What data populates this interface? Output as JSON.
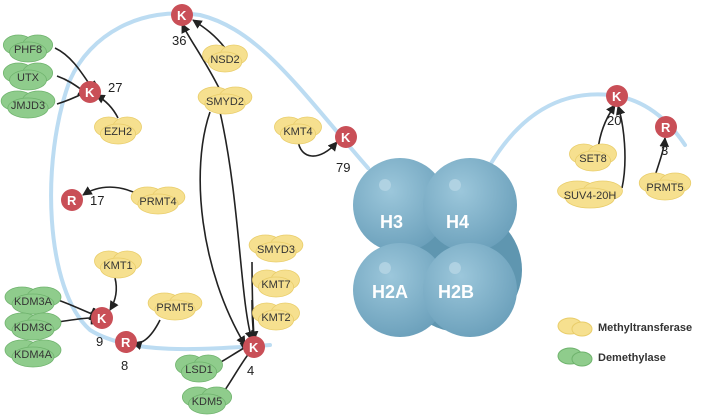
{
  "histones": {
    "h3": "H3",
    "h4": "H4",
    "h2a": "H2A",
    "h2b": "H2B"
  },
  "residues": {
    "k36": {
      "letter": "K",
      "number": "36"
    },
    "k27": {
      "letter": "K",
      "number": "27"
    },
    "r17": {
      "letter": "R",
      "number": "17"
    },
    "k79": {
      "letter": "K",
      "number": "79"
    },
    "k9": {
      "letter": "K",
      "number": "9"
    },
    "r8": {
      "letter": "R",
      "number": "8"
    },
    "k4": {
      "letter": "K",
      "number": "4"
    },
    "k20": {
      "letter": "K",
      "number": "20"
    },
    "r3": {
      "letter": "R",
      "number": "3"
    }
  },
  "enzymes": {
    "phf8": "PHF8",
    "utx": "UTX",
    "jmjd3": "JMJD3",
    "ezh2": "EZH2",
    "nsd2": "NSD2",
    "smyd2": "SMYD2",
    "prmt4": "PRMT4",
    "kmt4": "KMT4",
    "kmt1": "KMT1",
    "prmt5_h3": "PRMT5",
    "kdm3a": "KDM3A",
    "kdm3c": "KDM3C",
    "kdm4a": "KDM4A",
    "smyd3": "SMYD3",
    "kmt7": "KMT7",
    "kmt2": "KMT2",
    "lsd1": "LSD1",
    "kdm5": "KDM5",
    "set8": "SET8",
    "suv420h": "SUV4-20H",
    "prmt5_h4": "PRMT5"
  },
  "legend": {
    "methyltransferase": "Methyltransferase",
    "demethylase": "Demethylase"
  },
  "colors": {
    "tail": "#bcdcf2",
    "residue": "#c94f57",
    "yellow": "#f6e08f",
    "yellow_edge": "#e9cd6a",
    "green": "#8fcc8c",
    "green_edge": "#6fb36d",
    "histone": "#7aaec6",
    "histone_dark": "#5f96b0"
  }
}
